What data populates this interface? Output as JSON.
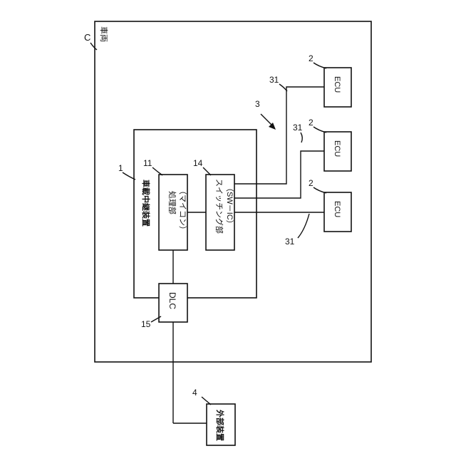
{
  "vehicle": {
    "label": "車両",
    "ref": "C"
  },
  "relay_device": {
    "label": "車載中継装置",
    "ref": "1"
  },
  "processor": {
    "label": "処理部",
    "sublabel": "（マイコン）",
    "ref": "11"
  },
  "switch": {
    "label": "スイッチング部",
    "sublabel": "（SW－IC）",
    "ref": "14"
  },
  "dlc": {
    "label": "DLC",
    "ref": "15"
  },
  "external": {
    "label": "外部装置",
    "ref": "4"
  },
  "network_ref": "3",
  "ecus": [
    {
      "label": "ECU",
      "ref": "2",
      "line_ref": "31"
    },
    {
      "label": "ECU",
      "ref": "2",
      "line_ref": "31"
    },
    {
      "label": "ECU",
      "ref": "2",
      "line_ref": "31"
    }
  ]
}
